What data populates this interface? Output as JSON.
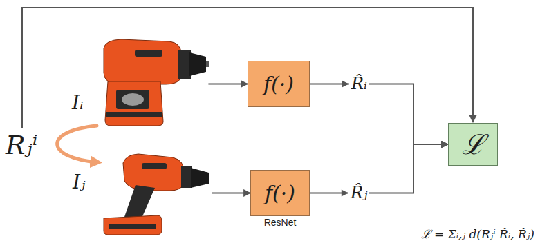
{
  "diagram": {
    "nodes": [
      {
        "text": [
          "Iᵢ"
        ]
      },
      {
        "text": [
          "Iⱼ"
        ]
      },
      {
        "text": [
          "f(·)"
        ]
      },
      {
        "text": [
          "f(·)",
          "ResNet"
        ]
      },
      {
        "text": [
          "ℒ"
        ]
      }
    ],
    "edges": [
      {
        "from": 0,
        "to": 1,
        "arrow": "to"
      },
      {
        "from": 0,
        "to": 2,
        "arrow": "to"
      },
      {
        "from": 1,
        "to": 3,
        "arrow": "to"
      },
      {
        "from": 2,
        "to": 4,
        "label": "R̂ᵢ",
        "arrow": "to"
      },
      {
        "from": 3,
        "to": 4,
        "label": "R̂ⱼ",
        "arrow": "to"
      }
    ],
    "labels": [
      "Rⱼⁱ",
      "ℒ = Σᵢ,ⱼ d(Rⱼⁱ R̂ᵢ, R̂ⱼ)"
    ]
  }
}
